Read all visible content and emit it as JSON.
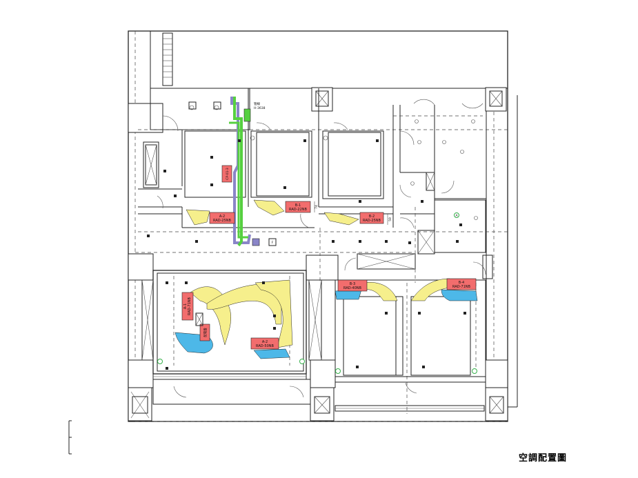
{
  "drawing": {
    "title": "空調配置圖",
    "pipe_note_1": "管線",
    "pipe_note_2": "H-3638"
  },
  "colors": {
    "tag_fill": "#f26d6d",
    "supply_airflow": "#f6ef8c",
    "return_airflow": "#4db8e8",
    "refrigerant_pipe": "#56d040",
    "drain_pipe": "#8a85c8",
    "marker_green": "#35b04a"
  },
  "units": [
    {
      "id": "a2",
      "code": "A-2",
      "model": "RAD-25NB"
    },
    {
      "id": "a5",
      "code": "B-1",
      "model": "RAD-22NB"
    },
    {
      "id": "a6",
      "code": "B-2",
      "model": "RAD-25NB"
    },
    {
      "id": "b3",
      "code": "B-3",
      "model": "RAD-40NB"
    },
    {
      "id": "b4",
      "code": "B-4",
      "model": "RAD-71NB"
    },
    {
      "id": "a1",
      "code": "A-1",
      "model": "RAD-71NB"
    },
    {
      "id": "a3",
      "code": "A-2",
      "model": "RAD-50NB"
    }
  ],
  "dimensions": {
    "d1": "74",
    "d2": "59"
  },
  "equipment": {
    "pump_tag": "CP-01-3",
    "panel_tag": "配電盤",
    "marker_letter": "A",
    "fan_symbol": "F"
  }
}
